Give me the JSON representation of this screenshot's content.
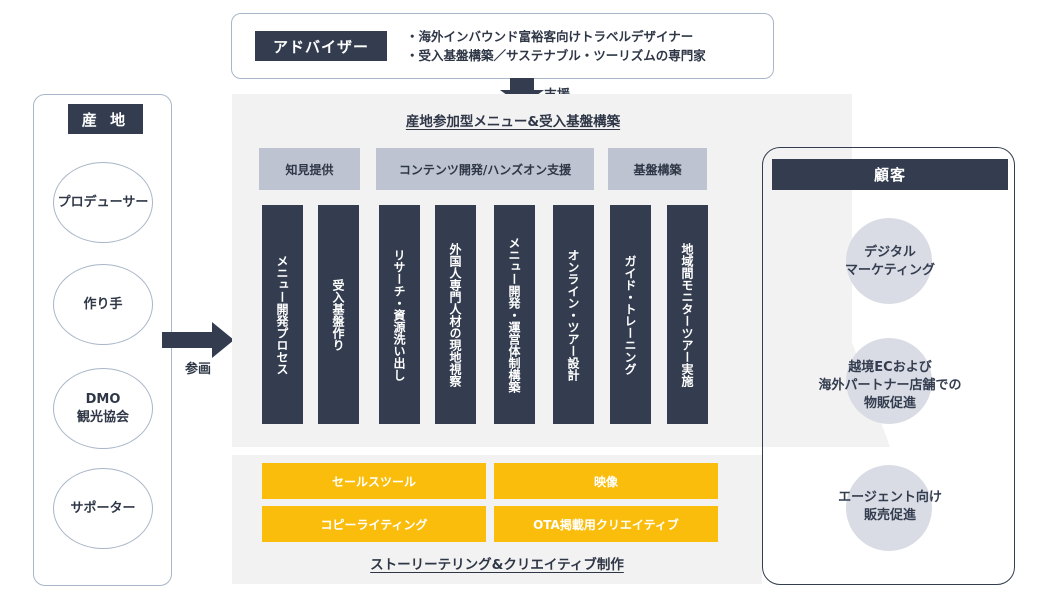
{
  "advisor": {
    "label": "アドバイザー",
    "bullets": [
      "海外インバウンド富裕客向けトラベルデザイナー",
      "受入基盤構築／サステナブル・ツーリズムの専門家"
    ],
    "bullet_mark": "・"
  },
  "support_label": "支援",
  "production": {
    "title": "産 地",
    "items": [
      {
        "lines": [
          "プロデューサー"
        ]
      },
      {
        "lines": [
          "作り手"
        ]
      },
      {
        "lines": [
          "DMO",
          "観光協会"
        ]
      },
      {
        "lines": [
          "サポーター"
        ]
      }
    ]
  },
  "join_label": "参画",
  "center": {
    "title": "産地参加型メニュー&受入基盤構築",
    "categories": [
      "知見提供",
      "コンテンツ開発/ハンズオン支援",
      "基盤構築"
    ],
    "bars": [
      "メニュー開発プロセス",
      "受入基盤作り",
      "リサーチ・資源洗い出し",
      "外国人専門人材の現地視察",
      "メニュー開発・運営体制構築",
      "オンライン・ツアー設計",
      "ガイド・トレーニング",
      "地域間モニターツアー実施"
    ]
  },
  "creative": {
    "boxes": [
      "セールスツール",
      "映像",
      "コピーライティング",
      "OTA掲載用クリエイティブ"
    ],
    "title": "ストーリーテリング&クリエイティブ制作"
  },
  "customer": {
    "title": "顧客",
    "items": [
      {
        "lines": [
          "デジタル",
          "マーケティング"
        ]
      },
      {
        "lines": [
          "越境ECおよび",
          "海外パートナー店舗での",
          "物販促進"
        ]
      },
      {
        "lines": [
          "エージェント向け",
          "販売促進"
        ]
      }
    ]
  },
  "colors": {
    "navy": "#333d4f",
    "gold": "#fbbd0c",
    "category": "#bdc3d0",
    "panel": "#f2f2f2",
    "circle_fill": "#d9dce4"
  }
}
